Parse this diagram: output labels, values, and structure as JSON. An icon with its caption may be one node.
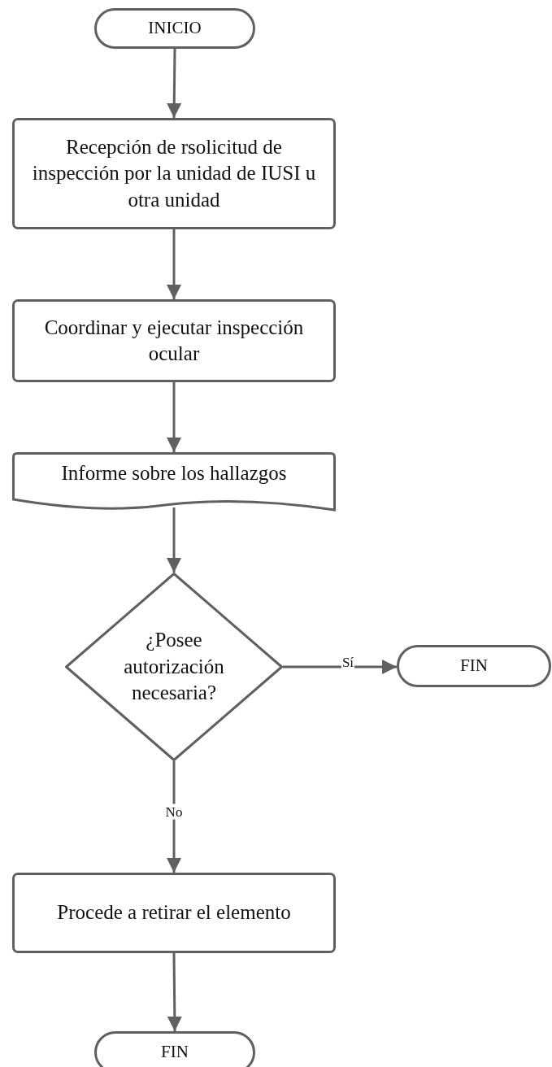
{
  "diagram": {
    "nodes": [
      {
        "text": [
          "INICIO"
        ]
      },
      {
        "text": [
          "Recepción de rsolicitud de inspección por la unidad de IUSI u otra unidad"
        ]
      },
      {
        "text": [
          "Coordinar y ejecutar inspección ocular"
        ]
      },
      {
        "text": [
          "Informe sobre los hallazgos"
        ]
      },
      {
        "text": [
          "¿Posee autorización necesaria?"
        ]
      },
      {
        "text": [
          "FIN"
        ]
      },
      {
        "text": [
          "Procede a retirar el elemento"
        ]
      },
      {
        "text": [
          "FIN"
        ]
      }
    ],
    "edges": [
      {
        "from": 0,
        "to": 1,
        "arrow": "to"
      },
      {
        "from": 1,
        "to": 2,
        "arrow": "to"
      },
      {
        "from": 2,
        "to": 3,
        "arrow": "to"
      },
      {
        "from": 3,
        "to": 4,
        "arrow": "to"
      },
      {
        "from": 4,
        "to": 5,
        "arrow": "to",
        "label": "Sí"
      },
      {
        "from": 4,
        "to": 6,
        "arrow": "to",
        "label": "No"
      },
      {
        "from": 6,
        "to": 7,
        "arrow": "to"
      }
    ]
  }
}
